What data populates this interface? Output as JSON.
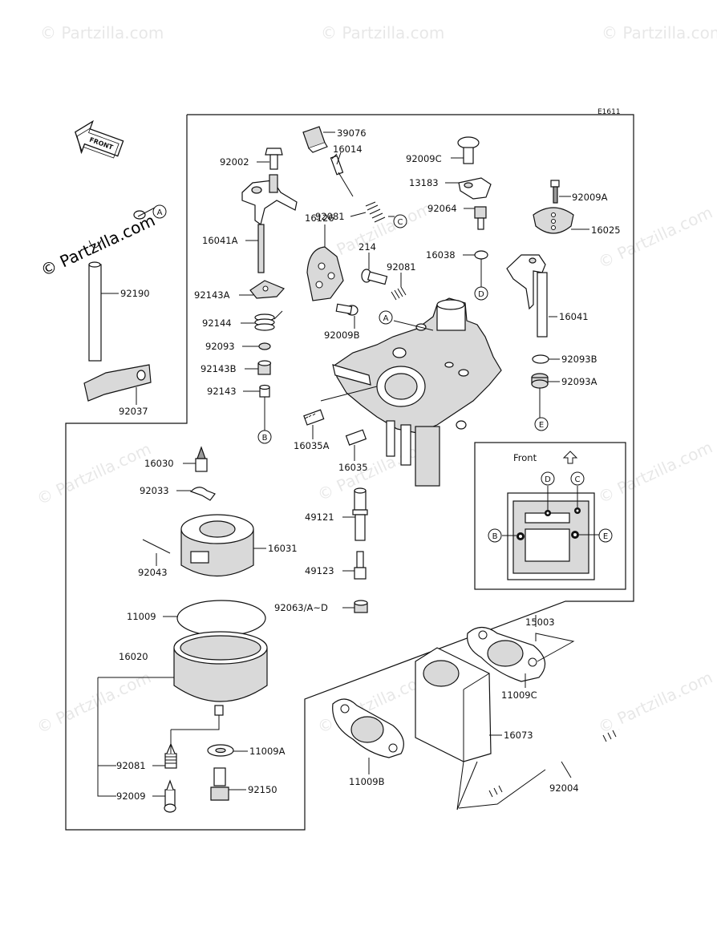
{
  "diagram_code": "E1611",
  "front_arrow_label": "FRONT",
  "watermark_text": "© Partzilla.com",
  "inset": {
    "title": "Front"
  },
  "part_labels": {
    "p39076": "39076",
    "p16014": "16014",
    "p92002": "92002",
    "p92009C": "92009C",
    "p13183": "13183",
    "p92009A": "92009A",
    "p92081a": "92081",
    "p92064": "92064",
    "p16025": "16025",
    "p16041A": "16041A",
    "p16126": "16126",
    "p214": "214",
    "p92081b": "92081",
    "p16038": "16038",
    "p92190": "92190",
    "p92143A": "92143A",
    "p92009B": "92009B",
    "p16041": "16041",
    "p92144": "92144",
    "p92093": "92093",
    "p92093B": "92093B",
    "p92143B": "92143B",
    "p92093A": "92093A",
    "p92143": "92143",
    "p92037": "92037",
    "p16035A": "16035A",
    "p16035": "16035",
    "p16030": "16030",
    "p92033": "92033",
    "p49121": "49121",
    "p16031": "16031",
    "p92043": "92043",
    "p49123": "49123",
    "p92063": "92063/A~D",
    "p11009": "11009",
    "p15003": "15003",
    "p16020": "16020",
    "p11009C": "11009C",
    "p16073": "16073",
    "p11009A": "11009A",
    "p92081c": "92081",
    "p11009B": "11009B",
    "p92004": "92004",
    "p92150": "92150",
    "p92009": "92009"
  },
  "callouts": {
    "A": "A",
    "B": "B",
    "C": "C",
    "D": "D",
    "E": "E"
  }
}
